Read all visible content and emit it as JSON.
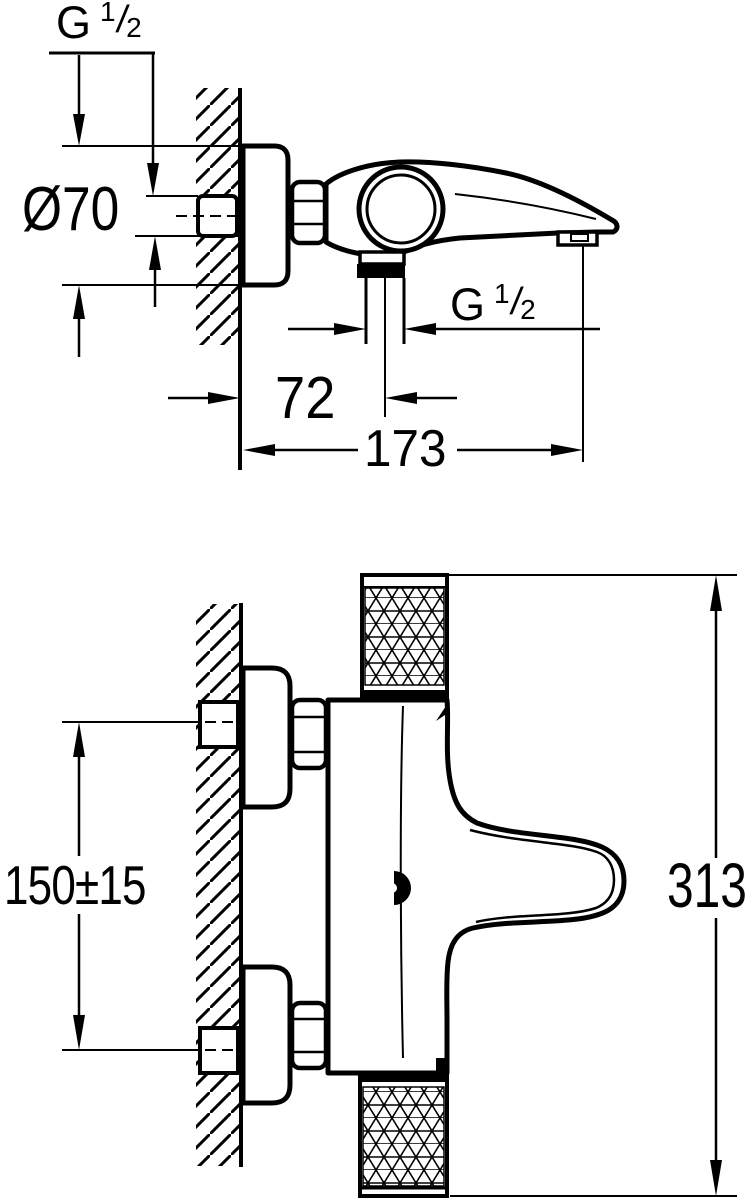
{
  "labels": {
    "side_view": {
      "wall_thread": {
        "prefix": "G",
        "numerator": "1",
        "slash": "/",
        "denominator": "2"
      },
      "flange_diameter": "Ø70",
      "outlet_thread": {
        "prefix": "G",
        "numerator": "1",
        "slash": "/",
        "denominator": "2"
      },
      "wall_to_outlet_mm": "72",
      "wall_to_spout_mm": "173"
    },
    "front_view": {
      "connection_spacing_mm": "150±15",
      "overall_height_mm": "313"
    }
  },
  "colors": {
    "line": "#000000",
    "background": "#ffffff"
  }
}
